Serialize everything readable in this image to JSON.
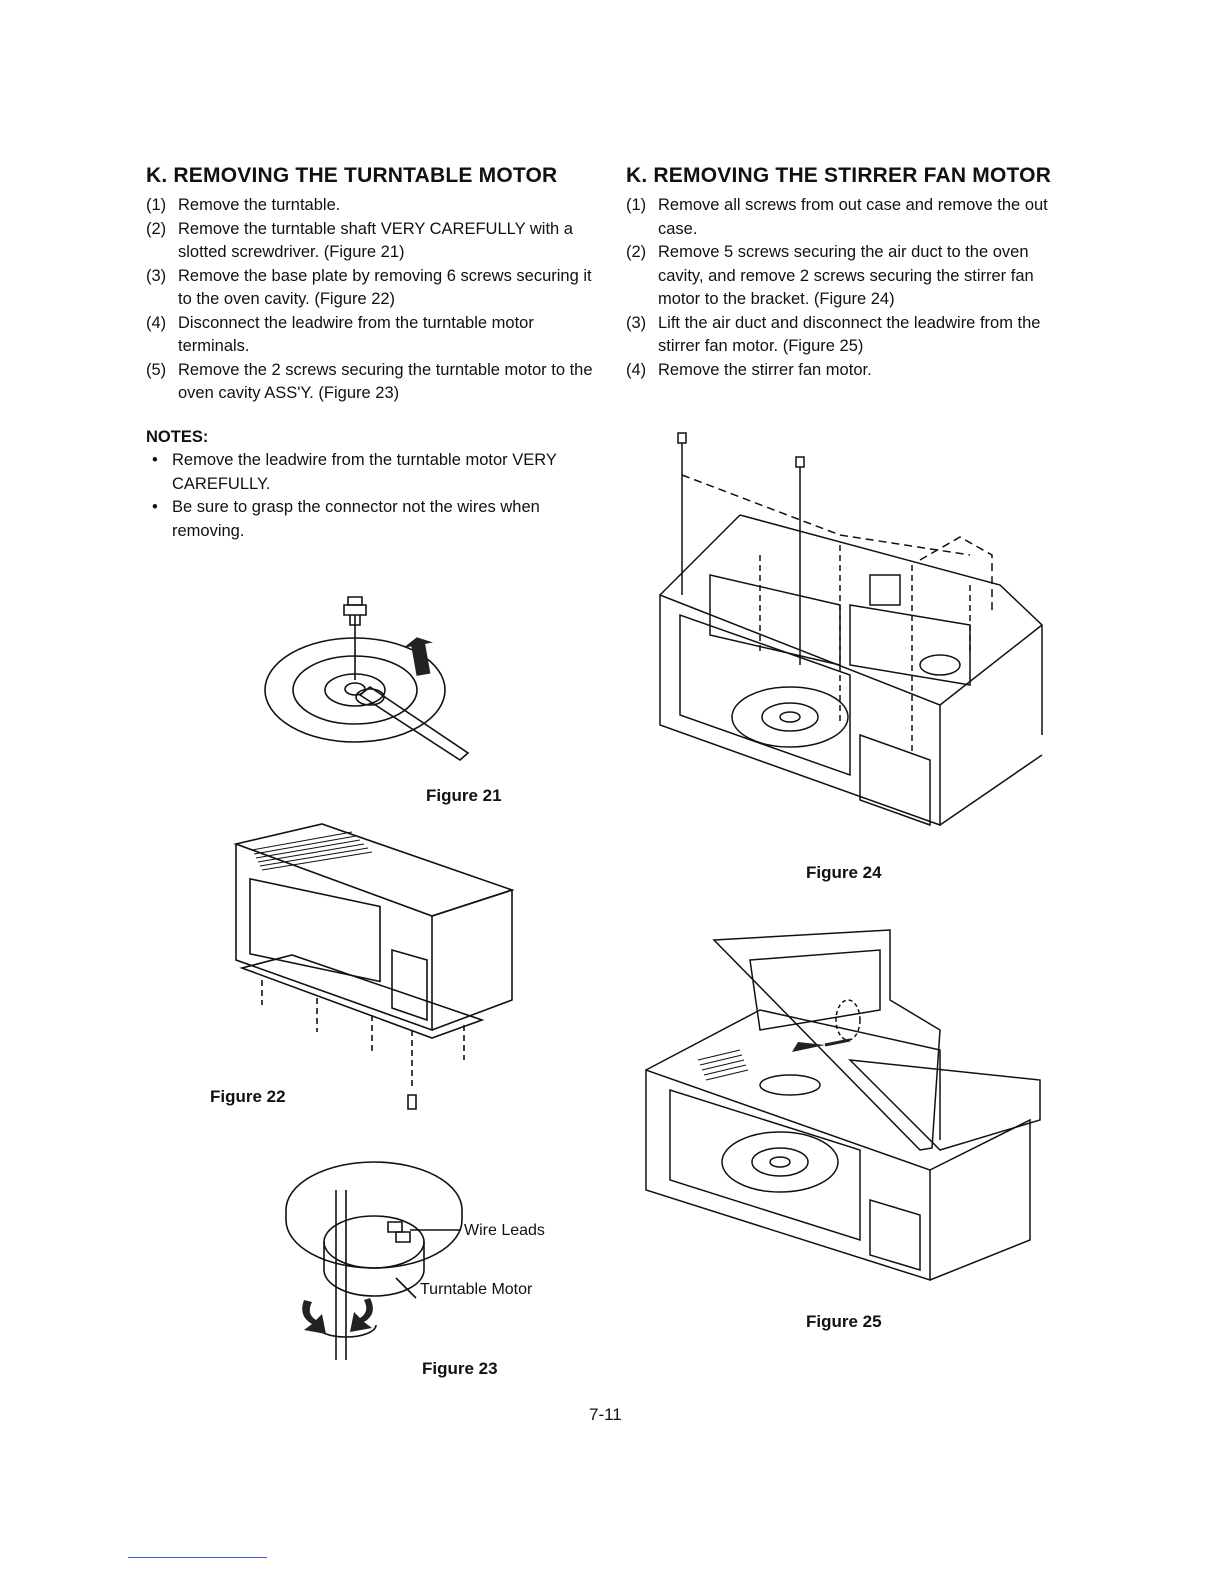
{
  "left_section": {
    "heading": "K.  REMOVING THE TURNTABLE MOTOR",
    "steps": [
      {
        "num": "(1)",
        "text": "Remove the turntable."
      },
      {
        "num": "(2)",
        "text": "Remove the turntable shaft VERY CAREFULLY with a slotted screwdriver. (Figure 21)"
      },
      {
        "num": "(3)",
        "text": "Remove the base plate by removing 6 screws securing it to the oven cavity. (Figure 22)"
      },
      {
        "num": "(4)",
        "text": "Disconnect the leadwire from the turntable motor terminals."
      },
      {
        "num": "(5)",
        "text": "Remove the 2 screws securing the turntable motor to the oven cavity ASS'Y. (Figure 23)"
      }
    ],
    "notes_title": "NOTES:",
    "notes": [
      "Remove the leadwire from the turntable motor VERY CAREFULLY.",
      "Be sure to grasp the connector not the wires  when removing."
    ]
  },
  "right_section": {
    "heading": "K.  REMOVING THE STIRRER FAN MOTOR",
    "steps": [
      {
        "num": "(1)",
        "text": "Remove all screws from out case and remove the out case."
      },
      {
        "num": "(2)",
        "text": "Remove 5 screws securing the air duct to the oven cavity, and remove 2 screws securing the stirrer fan  motor to the bracket. (Figure 24)"
      },
      {
        "num": "(3)",
        "text": "Lift the air duct and disconnect the leadwire from the stirrer fan motor. (Figure 25)"
      },
      {
        "num": "(4)",
        "text": "Remove the stirrer fan motor."
      }
    ]
  },
  "figures": {
    "fig21": "Figure 21",
    "fig22": "Figure 22",
    "fig23": "Figure 23",
    "fig24": "Figure 24",
    "fig25": "Figure 25",
    "wire_leads": "Wire Leads",
    "turntable_motor": "Turntable Motor"
  },
  "page_number": "7-11",
  "colors": {
    "footer_rule": "#3a5bd0",
    "ink": "#111111"
  }
}
